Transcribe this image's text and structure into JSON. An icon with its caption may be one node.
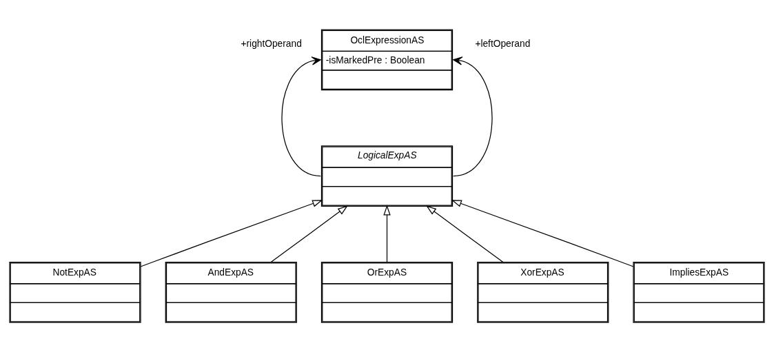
{
  "diagram": {
    "nodes": [
      {
        "text": [
          "OclExpressionAS",
          "-isMarkedPre : Boolean"
        ]
      },
      {
        "text": [
          "LogicalExpAS"
        ]
      },
      {
        "text": [
          "NotExpAS"
        ]
      },
      {
        "text": [
          "AndExpAS"
        ]
      },
      {
        "text": [
          "OrExpAS"
        ]
      },
      {
        "text": [
          "XorExpAS"
        ]
      },
      {
        "text": [
          "ImpliesExpAS"
        ]
      }
    ],
    "edges": [
      {
        "from": 1,
        "to": 0,
        "arrow": "to",
        "label": "+rightOperand"
      },
      {
        "from": 1,
        "to": 0,
        "arrow": "to",
        "label": "+leftOperand"
      },
      {
        "from": 2,
        "to": 1,
        "arrow": "to"
      },
      {
        "from": 3,
        "to": 1,
        "arrow": "to"
      },
      {
        "from": 4,
        "to": 1,
        "arrow": "to"
      },
      {
        "from": 5,
        "to": 1,
        "arrow": "to"
      },
      {
        "from": 6,
        "to": 1,
        "arrow": "to"
      }
    ]
  }
}
